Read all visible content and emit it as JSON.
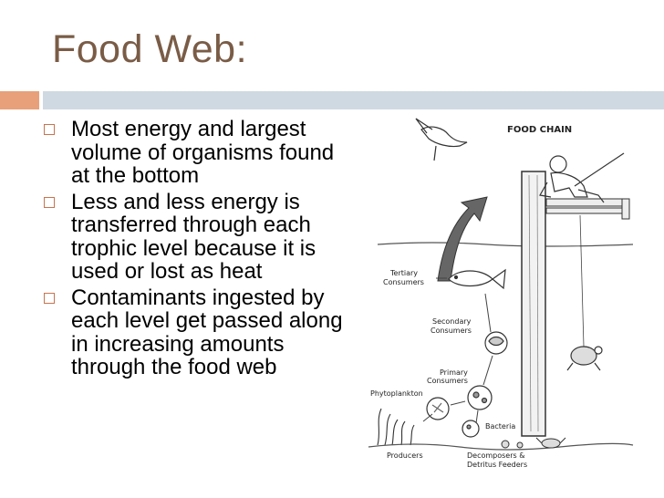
{
  "slide": {
    "title": "Food Web:",
    "bullets": [
      "Most energy and largest volume of organisms found at the bottom",
      "Less and less energy is transferred through each trophic level because it is used or lost as heat",
      "Contaminants ingested by each level get passed along in increasing amounts through the food web"
    ]
  },
  "figure": {
    "title": "FOOD CHAIN",
    "labels": {
      "tertiary": [
        "Tertiary",
        "Consumers"
      ],
      "secondary": [
        "Secondary",
        "Consumers"
      ],
      "primary": [
        "Primary",
        "Consumers"
      ],
      "phytoplankton": "Phytoplankton",
      "bacteria": "Bacteria",
      "producers": "Producers",
      "decomposers": [
        "Decomposers &",
        "Detritus Feeders"
      ]
    }
  },
  "colors": {
    "title": "#7a5c46",
    "accent_bar": "#e7a07a",
    "main_bar": "#cfd9e2",
    "bullet_box": "#c8734f"
  }
}
